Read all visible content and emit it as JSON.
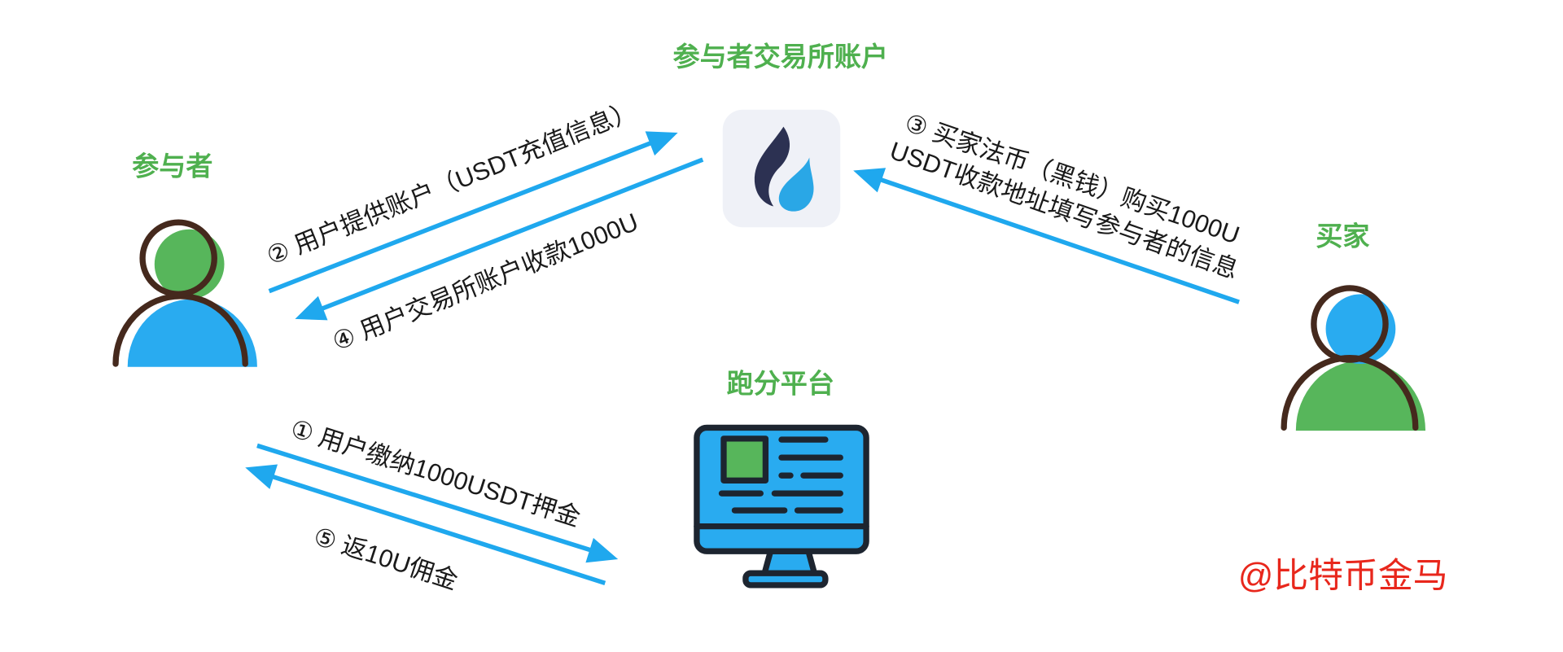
{
  "diagram": {
    "nodes": {
      "exchange": {
        "label": "参与者交易所账户",
        "icon": "huobi-logo-icon"
      },
      "participant": {
        "label": "参与者",
        "icon": "person-icon"
      },
      "buyer": {
        "label": "买家",
        "icon": "person-icon"
      },
      "platform": {
        "label": "跑分平台",
        "icon": "monitor-icon"
      }
    },
    "edges": [
      {
        "label": "② 用户提供账户（USDT充值信息）"
      },
      {
        "label": "④ 用户交易所账户收款1000U"
      },
      {
        "label_lines": [
          "③ 买家法币（黑钱）购买1000U",
          "USDT收款地址填写参与者的信息"
        ]
      },
      {
        "label": "① 用户缴纳1000USDT押金"
      },
      {
        "label": "⑤ 返10U佣金"
      }
    ],
    "watermark": "@比特币金马"
  },
  "colors": {
    "node_label": "#4fb04f",
    "arrow": "#1fa8ee",
    "edge_label": "#1a1a1a",
    "watermark": "#e8271c",
    "person_outline": "#45291d",
    "fill_green": "#57b65b",
    "fill_blue": "#29abf0",
    "monitor_outline": "#1d2530",
    "logo_tile": "#eff1f7",
    "flame_dark": "#2c3152",
    "flame_light": "#2aa7e6"
  }
}
